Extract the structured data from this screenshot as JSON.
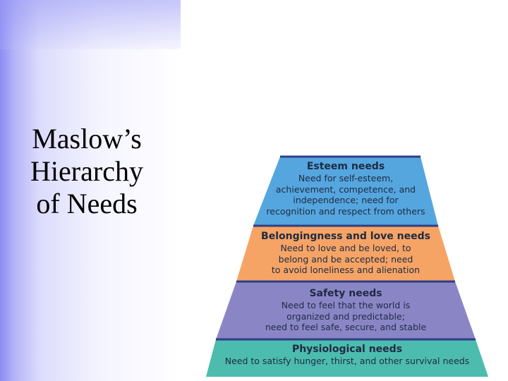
{
  "slide": {
    "title_lines": [
      "Maslow’s",
      "Hierarchy",
      "of Needs"
    ]
  },
  "pyramid": {
    "levels": [
      {
        "heading": "Esteem needs",
        "lines": [
          "Need for self-esteem,",
          "achievement, competence, and",
          "independence; need for",
          "recognition and respect from others"
        ],
        "color": "#55a6de"
      },
      {
        "heading": "Belongingness and love needs",
        "lines": [
          "Need to love and be loved, to",
          "belong and be accepted; need",
          "to avoid loneliness and alienation"
        ],
        "color": "#f5a465"
      },
      {
        "heading": "Safety needs",
        "lines": [
          "Need to feel that the world is",
          "organized and predictable;",
          "need to feel safe, secure, and stable"
        ],
        "color": "#8a86c6"
      },
      {
        "heading": "Physiological needs",
        "lines": [
          "Need to satisfy hunger, thirst, and other survival needs"
        ],
        "color": "#4cbcae"
      }
    ],
    "separator_color": "#2f3d86"
  }
}
